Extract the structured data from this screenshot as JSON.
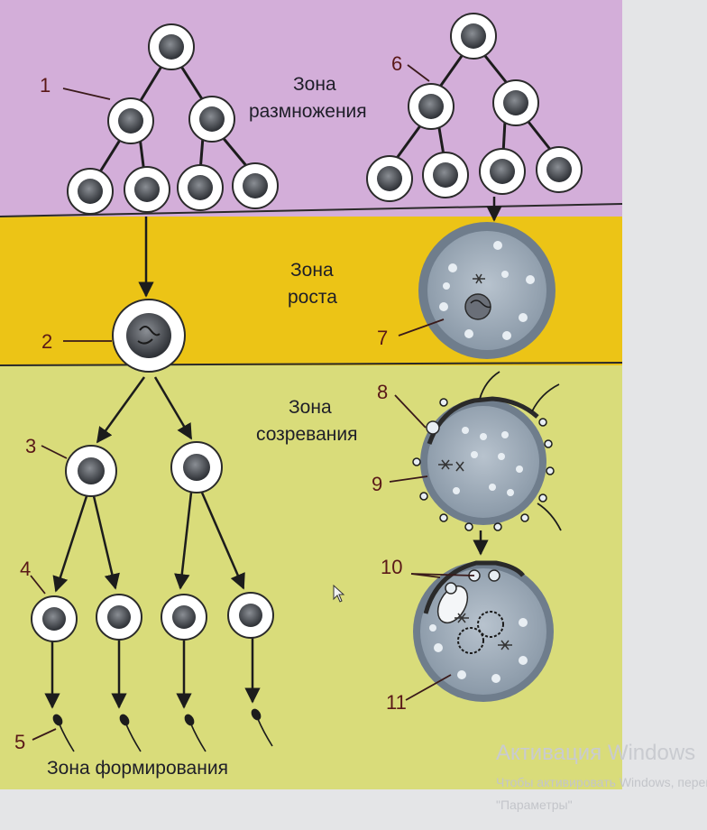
{
  "zones": {
    "reproduction": "Зона размножения",
    "growth": "Зона роста",
    "maturation": "Зона созревания",
    "formation": "Зона формирования"
  },
  "numbers": {
    "n1": "1",
    "n2": "2",
    "n3": "3",
    "n4": "4",
    "n5": "5",
    "n6": "6",
    "n7": "7",
    "n8": "8",
    "n9": "9",
    "n10": "10",
    "n11": "11"
  },
  "watermark": {
    "title": "Активация Windows",
    "line1": "Чтобы активировать Windows, перейдите в раздел",
    "line2": "\"Параметры\""
  },
  "colors": {
    "reproduction_band": "#d3aed9",
    "growth_band": "#ecc416",
    "maturation_band": "#d9dc7a",
    "arrow": "#1c1c1c"
  }
}
